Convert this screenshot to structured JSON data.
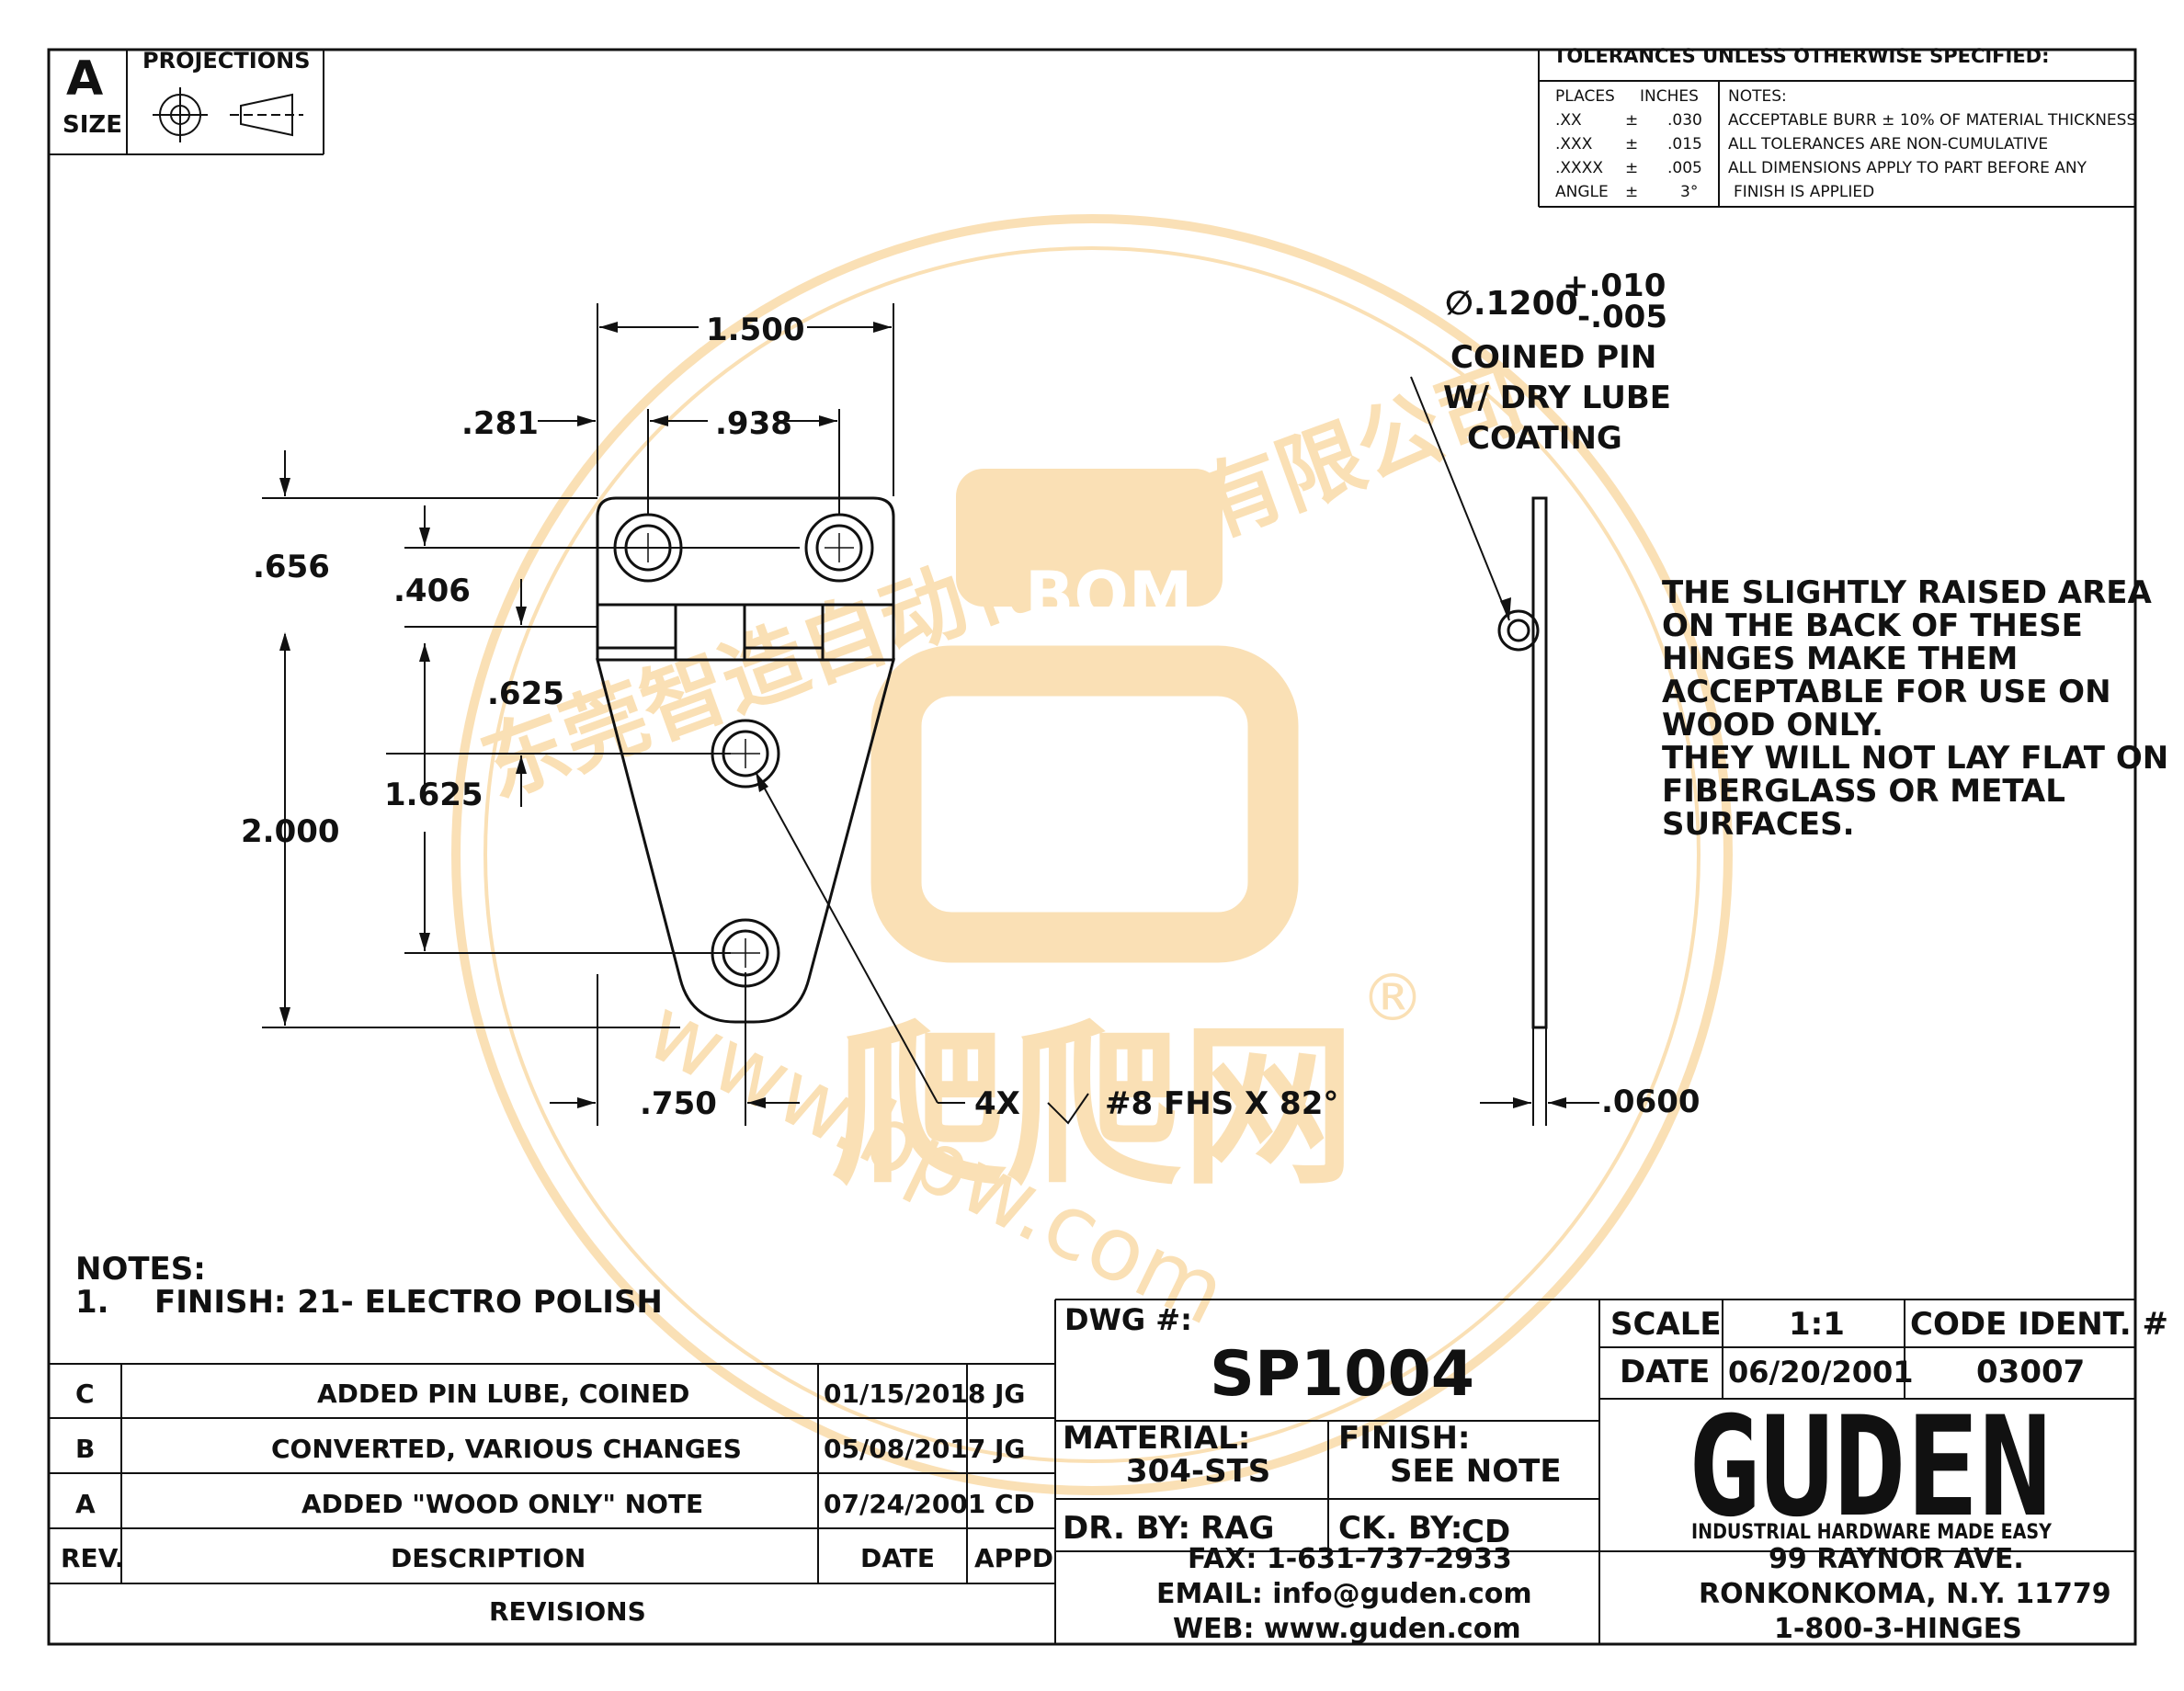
{
  "sheet": {
    "size_letter": "A",
    "size_label": "SIZE",
    "projections_label": "PROJECTIONS"
  },
  "tolerances": {
    "title": "TOLERANCES UNLESS OTHERWISE SPECIFIED:",
    "header_places": "PLACES",
    "header_inches": "INCHES",
    "header_notes": "NOTES:",
    "rows": [
      {
        "place": ".XX",
        "pm": "±",
        "val": ".030"
      },
      {
        "place": ".XXX",
        "pm": "±",
        "val": ".015"
      },
      {
        "place": ".XXXX",
        "pm": "±",
        "val": ".005"
      },
      {
        "place": "ANGLE",
        "pm": "±",
        "val": "3°"
      }
    ],
    "notes": [
      "ACCEPTABLE BURR ± 10% OF MATERIAL THICKNESS",
      "ALL TOLERANCES ARE NON-CUMULATIVE",
      "ALL DIMENSIONS APPLY TO PART BEFORE ANY",
      "FINISH IS APPLIED"
    ]
  },
  "dims": {
    "w_1500": "1.500",
    "d_281": ".281",
    "d_938": ".938",
    "d_656": ".656",
    "d_406": ".406",
    "d_625": ".625",
    "d_1625": "1.625",
    "d_2000": "2.000",
    "d_750": ".750",
    "d_0600": ".0600",
    "pin_dia": "∅.1200",
    "tol_plus": "+.010",
    "tol_minus": "-.005",
    "pin_note": [
      "COINED PIN",
      "W/ DRY LUBE",
      "COATING"
    ],
    "hole_qty": "4X",
    "hole_spec": "#8 FHS X 82°"
  },
  "callout": [
    "THE SLIGHTLY RAISED AREA",
    "ON THE BACK OF THESE",
    "HINGES MAKE THEM",
    "ACCEPTABLE FOR USE ON",
    "WOOD ONLY.",
    "THEY WILL NOT LAY FLAT ON",
    "FIBERGLASS OR METAL",
    "SURFACES."
  ],
  "notes": {
    "title": "NOTES:",
    "items": [
      {
        "num": "1.",
        "text": "FINISH: 21- ELECTRO POLISH"
      }
    ]
  },
  "revisions": {
    "rows": [
      {
        "rev": "C",
        "desc": "ADDED PIN LUBE, COINED",
        "date": "01/15/2018",
        "appd": "JG"
      },
      {
        "rev": "B",
        "desc": "CONVERTED, VARIOUS CHANGES",
        "date": "05/08/2017",
        "appd": "JG"
      },
      {
        "rev": "A",
        "desc": "ADDED \"WOOD ONLY\" NOTE",
        "date": "07/24/2001",
        "appd": "CD"
      }
    ],
    "header": {
      "rev": "REV.",
      "desc": "DESCRIPTION",
      "date": "DATE",
      "appd": "APPD"
    },
    "footer": "REVISIONS"
  },
  "title_block": {
    "dwg_label": "DWG #:",
    "dwg_number": "SP1004",
    "scale_label": "SCALE",
    "scale_value": "1:1",
    "code_label": "CODE IDENT. #",
    "code_value": "03007",
    "date_label": "DATE",
    "date_value": "06/20/2001",
    "material_label": "MATERIAL:",
    "material_value": "304-STS",
    "finish_label": "FINISH:",
    "finish_value": "SEE NOTE",
    "drby_label": "DR. BY:",
    "drby_value": "RAG",
    "ckby_label": "CK. BY:",
    "ckby_value": "CD",
    "fax": "FAX: 1-631-737-2933",
    "email": "EMAIL: info@guden.com",
    "web": "WEB: www.guden.com",
    "logo": "GUDEN",
    "tagline": "INDUSTRIAL HARDWARE MADE EASY",
    "address1": "99 RAYNOR AVE.",
    "address2": "RONKONKOMA, N.Y. 11779",
    "phone": "1-800-3-HINGES"
  },
  "watermark": {
    "cn": "东莞智造自动化科技有限公司",
    "logo": "BOM",
    "sub": "爬爬网",
    "url": "www.bpw.com",
    "reg": "®"
  },
  "colors": {
    "ink": "#111111",
    "watermark": "#f6c77a"
  }
}
